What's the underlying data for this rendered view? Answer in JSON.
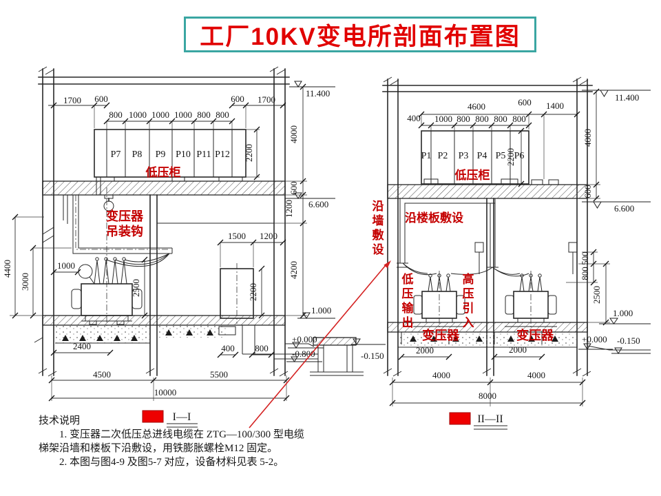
{
  "title": "工厂10KV变电所剖面布置图",
  "notes": {
    "heading": "技术说明",
    "line1": "1. 变压器二次低压总进线电缆在 ZTG—100/300 型电缆",
    "line2": "梯架沿墙和楼板下沿敷设，用铁膨胀螺栓M12 固定。",
    "line3": "2. 本图与图4-9 及图5-7 对应，设备材料见表 5-2。"
  },
  "s1": {
    "label": "I—I",
    "lv_cabinet": "低压柜",
    "hook_line1": "变压器",
    "hook_line2": "吊装钩",
    "panels": [
      "P7",
      "P8",
      "P9",
      "P10",
      "P11",
      "P12"
    ],
    "dims": {
      "a1700l": "1700",
      "a600l": "600",
      "a600r": "600",
      "a1700r": "1700",
      "b800a": "800",
      "b1000a": "1000",
      "b1000b": "1000",
      "b1000c": "1000",
      "b800b": "800",
      "b800c": "800",
      "panel_h": "2200",
      "e11400": "11.400",
      "v4000": "4000",
      "v600": "600",
      "e6600": "6.600",
      "v1200": "1200",
      "v4200": "4200",
      "e1000": "1.000",
      "h1000": "1000",
      "v2500": "2500",
      "h1500": "1500",
      "h1200": "1200",
      "box_h": "2200",
      "v4400": "4400",
      "v3000": "3000",
      "h2400": "2400",
      "h400": "400",
      "h800": "800",
      "e0000": "+0.000",
      "e0800": "-0.800",
      "e0150": "-0.150",
      "b4500": "4500",
      "b5500": "5500",
      "b10000": "10000"
    }
  },
  "s2": {
    "label": "II—II",
    "lv_cabinet": "低压柜",
    "wall_route": "沿墙敷设",
    "slab_route": "沿楼板敷设",
    "lv_out": "低压输出",
    "hv_in": "高压引入",
    "transformer_l": "变压器",
    "transformer_r": "变压器",
    "panels": [
      "P1",
      "P2",
      "P3",
      "P4",
      "P5",
      "P6"
    ],
    "dims": {
      "a4600": "4600",
      "a600": "600",
      "a1400": "1400",
      "b400": "400",
      "b1000": "1000",
      "b800a": "800",
      "b800b": "800",
      "b800c": "800",
      "b800d": "800",
      "panel_h": "2200",
      "e11400": "11.400",
      "v4000": "4000",
      "v600": "600",
      "e6600": "6.600",
      "v500": "500",
      "v800": "800",
      "v2500": "2500",
      "e1000": "1.000",
      "e0000": "+0.000",
      "e0150": "-0.150",
      "p2000l": "2000",
      "p2000r": "2000",
      "c4000l": "4000",
      "c4000r": "4000",
      "c8000": "8000"
    }
  },
  "colors": {
    "accent_red": "#cc0000",
    "title_border": "#3aa6a2"
  }
}
